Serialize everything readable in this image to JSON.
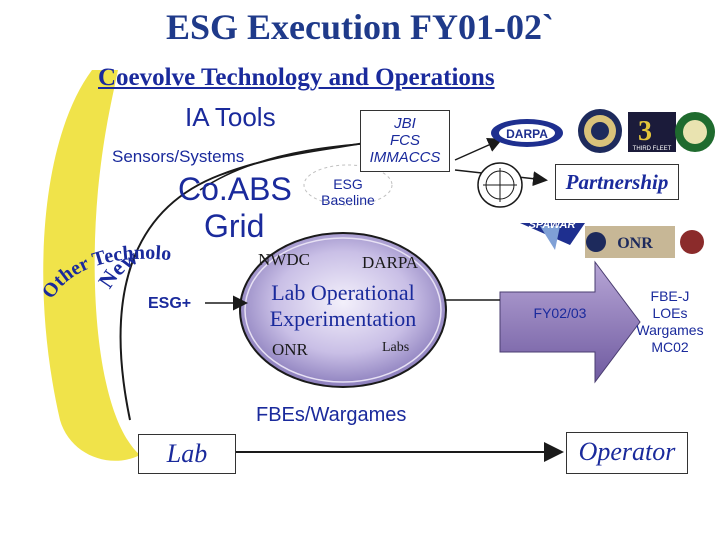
{
  "title": "ESG Execution FY01-02`",
  "subtitle": "Coevolve Technology and Operations",
  "left_labels": {
    "ia_tools": "IA Tools",
    "sensors_systems": "Sensors/Systems",
    "coabs": "Co.ABS",
    "grid": "Grid",
    "esg_plus": "ESG+"
  },
  "arc_text": {
    "line1": "New",
    "line2": "Other Technologies"
  },
  "jbi_box": {
    "line1": "JBI",
    "line2": "FCS",
    "line3": "IMMACCS"
  },
  "esg_baseline": {
    "line1": "ESG",
    "line2": "Baseline"
  },
  "center_ellipse": {
    "nwdc": "NWDC",
    "darpa": "DARPA",
    "line1": "Lab Operational",
    "line2": "Experimentation",
    "onr": "ONR",
    "labs": "Labs"
  },
  "right": {
    "partnership": "Partnership",
    "fy": "FY02/03",
    "fbe_lines": [
      "FBE-J",
      "LOEs",
      "Wargames",
      "MC02"
    ]
  },
  "logos": {
    "darpa": "DARPA",
    "third_fleet_num": "3",
    "third_fleet": "THIRD FLEET",
    "spawar": "SPAWAR",
    "onr": "ONR"
  },
  "bottom": {
    "fbes": "FBEs/Wargames",
    "lab": "Lab",
    "operator": "Operator"
  },
  "colors": {
    "text_blue": "#1a2a9c",
    "ellipse_fill": "#9183c4",
    "swoosh_yellow": "#f0e34a",
    "arrow_purple": "#8c74b4"
  }
}
